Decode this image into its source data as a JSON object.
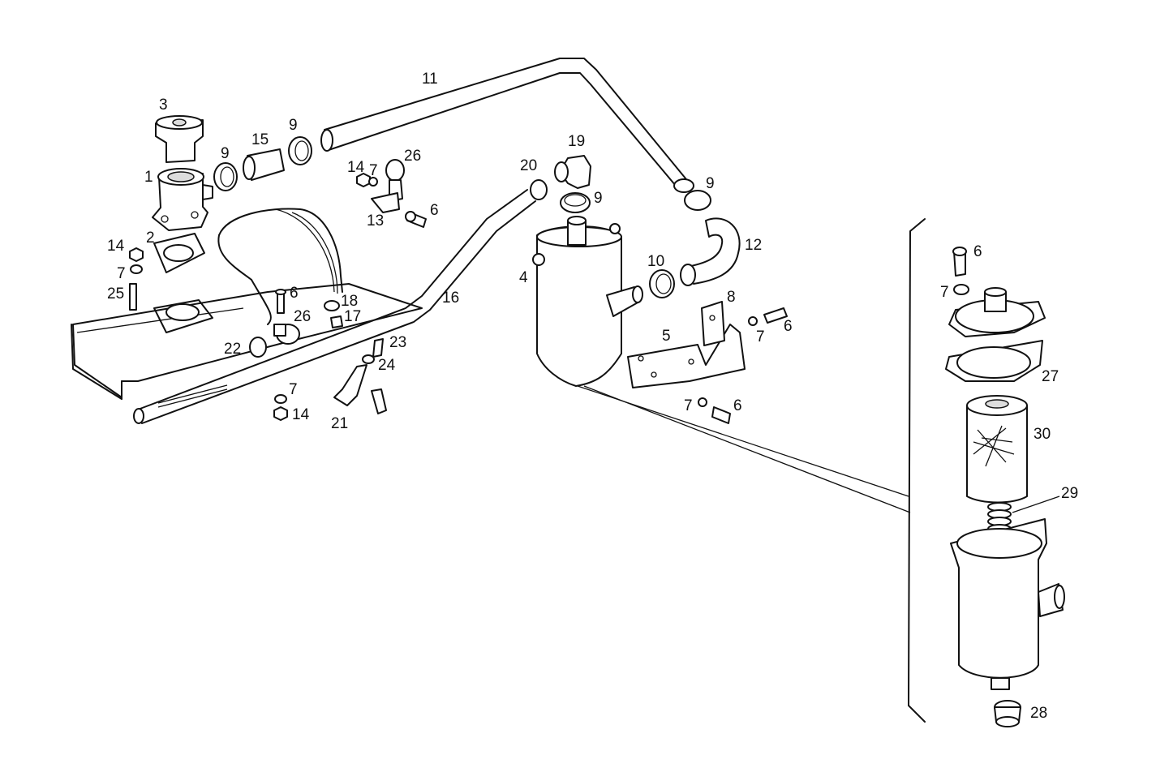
{
  "diagram": {
    "callouts": [
      {
        "key": "c3",
        "text": "3"
      },
      {
        "key": "c1",
        "text": "1"
      },
      {
        "key": "c9a",
        "text": "9"
      },
      {
        "key": "c15",
        "text": "15"
      },
      {
        "key": "c9b",
        "text": "9"
      },
      {
        "key": "c11",
        "text": "11"
      },
      {
        "key": "c14a",
        "text": "14"
      },
      {
        "key": "c7a",
        "text": "7"
      },
      {
        "key": "c26a",
        "text": "26"
      },
      {
        "key": "c13",
        "text": "13"
      },
      {
        "key": "c6a",
        "text": "6"
      },
      {
        "key": "c19",
        "text": "19"
      },
      {
        "key": "c20",
        "text": "20"
      },
      {
        "key": "c9c",
        "text": "9"
      },
      {
        "key": "c9d",
        "text": "9"
      },
      {
        "key": "c12",
        "text": "12"
      },
      {
        "key": "c14b",
        "text": "14"
      },
      {
        "key": "c2",
        "text": "2"
      },
      {
        "key": "c7b",
        "text": "7"
      },
      {
        "key": "c25",
        "text": "25"
      },
      {
        "key": "c4",
        "text": "4"
      },
      {
        "key": "c10",
        "text": "10"
      },
      {
        "key": "c16",
        "text": "16"
      },
      {
        "key": "c6b",
        "text": "6"
      },
      {
        "key": "c18",
        "text": "18"
      },
      {
        "key": "c26b",
        "text": "26"
      },
      {
        "key": "c17",
        "text": "17"
      },
      {
        "key": "c8",
        "text": "8"
      },
      {
        "key": "c5",
        "text": "5"
      },
      {
        "key": "c7c",
        "text": "7"
      },
      {
        "key": "c6c",
        "text": "6"
      },
      {
        "key": "c22",
        "text": "22"
      },
      {
        "key": "c23",
        "text": "23"
      },
      {
        "key": "c24",
        "text": "24"
      },
      {
        "key": "c7d",
        "text": "7"
      },
      {
        "key": "c14c",
        "text": "14"
      },
      {
        "key": "c21",
        "text": "21"
      },
      {
        "key": "c7e",
        "text": "7"
      },
      {
        "key": "c6d",
        "text": "6"
      },
      {
        "key": "c6e",
        "text": "6"
      },
      {
        "key": "c7f",
        "text": "7"
      },
      {
        "key": "c27",
        "text": "27"
      },
      {
        "key": "c30",
        "text": "30"
      },
      {
        "key": "c29",
        "text": "29"
      },
      {
        "key": "c28",
        "text": "28"
      }
    ]
  }
}
